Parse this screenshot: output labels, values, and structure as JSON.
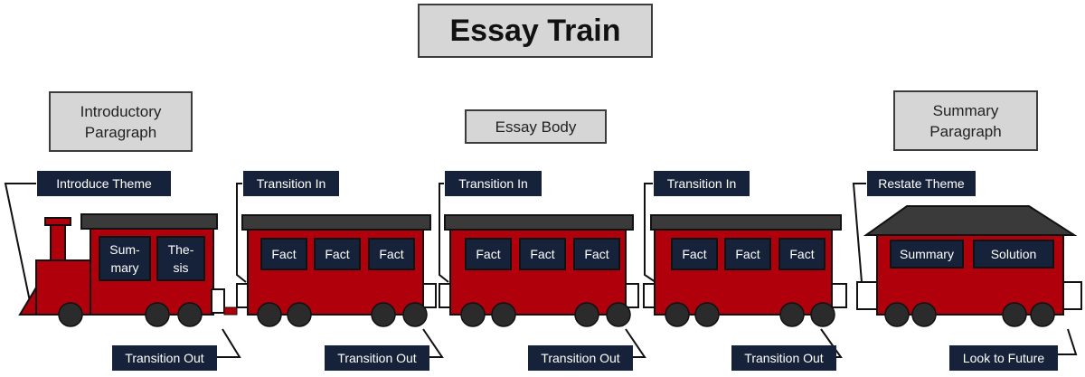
{
  "title": "Essay Train",
  "sections": {
    "intro": [
      "Introductory",
      "Paragraph"
    ],
    "body": "Essay Body",
    "summary": [
      "Summary",
      "Paragraph"
    ]
  },
  "labels": {
    "introduce_theme": "Introduce Theme",
    "transition_in": "Transition In",
    "transition_out": "Transition Out",
    "restate_theme": "Restate Theme",
    "look_to_future": "Look to Future"
  },
  "engine_windows": [
    [
      "Sum-",
      "mary"
    ],
    [
      "The-",
      "sis"
    ]
  ],
  "fact_label": "Fact",
  "caboose_windows": [
    "Summary",
    "Solution"
  ],
  "colors": {
    "train_red": "#b0000c",
    "roof": "#3a3a3a",
    "label_bg": "#16213a",
    "box_gray": "#d6d6d6"
  }
}
